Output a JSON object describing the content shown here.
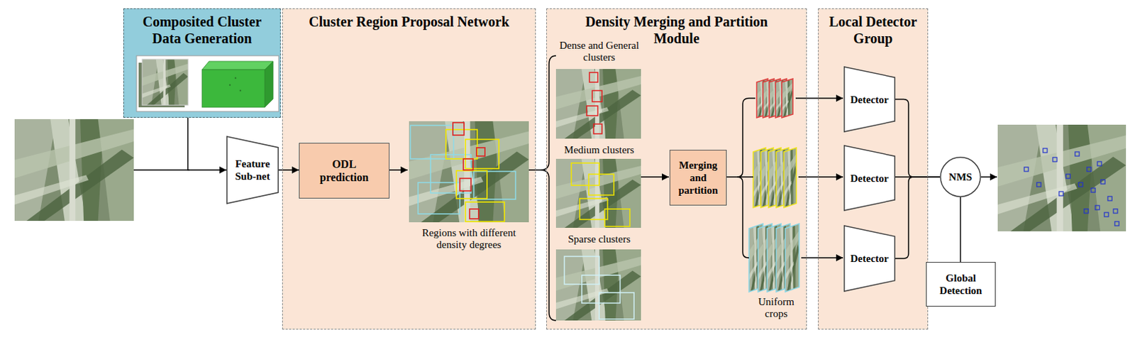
{
  "diagram": {
    "nodes": [
      {
        "text": [
          "Composited Cluster Data Generation"
        ]
      },
      {
        "text": [
          "Feature Sub-net"
        ]
      },
      {
        "text": [
          "Cluster Region Proposal Network"
        ]
      },
      {
        "text": [
          "ODL prediction"
        ],
        "in": 2
      },
      {
        "text": [
          "Density Merging and Partition Module"
        ]
      },
      {
        "text": [
          "Merging and partition"
        ],
        "in": 4
      },
      {
        "text": [
          "Local Detector Group"
        ]
      },
      {
        "text": [
          "Detector"
        ],
        "in": 6
      },
      {
        "text": [
          "Detector"
        ],
        "in": 6
      },
      {
        "text": [
          "Detector"
        ],
        "in": 6
      },
      {
        "text": [
          "NMS"
        ]
      },
      {
        "text": [
          "Global Detection"
        ]
      }
    ],
    "edges": [
      {
        "from": 0,
        "to": 1,
        "arrow": "to"
      },
      {
        "from": 1,
        "to": 3,
        "arrow": "to"
      },
      {
        "from": 7,
        "to": 10,
        "arrow": "none"
      },
      {
        "from": 8,
        "to": 10,
        "arrow": "none"
      },
      {
        "from": 9,
        "to": 10,
        "arrow": "none"
      },
      {
        "from": 11,
        "to": 10,
        "arrow": "none"
      }
    ],
    "labels": [
      "Regions with different density degrees",
      "Dense and General clusters",
      "Medium clusters",
      "Sparse clusters",
      "Uniform crops"
    ]
  }
}
